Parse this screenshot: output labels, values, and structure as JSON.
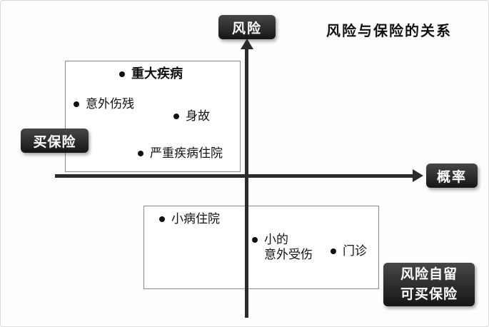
{
  "title": "风险与保险的关系",
  "axes": {
    "y": "风险",
    "x": "概率"
  },
  "labels": {
    "buy_insurance": "买保险",
    "risk_retention": "风险自留\n可买保险"
  },
  "points": {
    "upper": [
      {
        "label": "重大疾病"
      },
      {
        "label": "意外伤残"
      },
      {
        "label": "身故"
      },
      {
        "label": "严重疾病住院"
      }
    ],
    "lower": [
      {
        "label": "小病住院"
      },
      {
        "label": "小的\n意外受伤"
      },
      {
        "label": "门诊"
      }
    ]
  },
  "colors": {
    "badge_bg": "#1f1f1f",
    "badge_text": "#ffffff",
    "axis": "#2b2b2b",
    "box_border": "#8a8a8a"
  }
}
